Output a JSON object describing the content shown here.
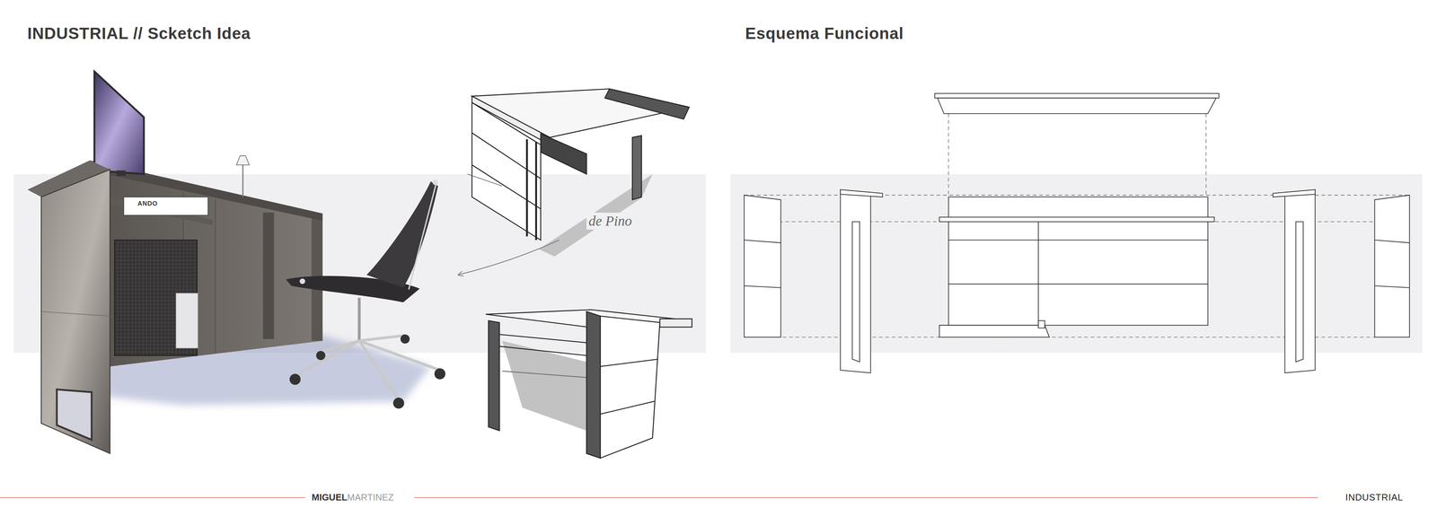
{
  "diagram": {
    "title": "INDUSTRIAL // Scketch Idea",
    "labels": [
      "Esquema Funcional",
      "ANDO",
      "de Pino",
      "MIGUEL",
      "MARTINEZ",
      "INDUSTRIAL"
    ]
  }
}
